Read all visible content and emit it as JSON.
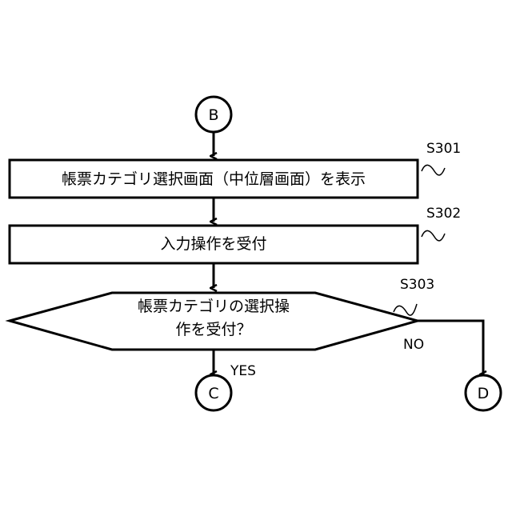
{
  "connectors": {
    "top": "B",
    "yes_target": "C",
    "no_target": "D"
  },
  "steps": {
    "s301": {
      "label": "S301",
      "text": "帳票カテゴリ選択画面（中位層画面）を表示"
    },
    "s302": {
      "label": "S302",
      "text": "入力操作を受付"
    },
    "s303": {
      "label": "S303",
      "text_line1": "帳票カテゴリの選択操",
      "text_line2": "作を受付？"
    }
  },
  "branches": {
    "yes": "YES",
    "no": "NO"
  }
}
